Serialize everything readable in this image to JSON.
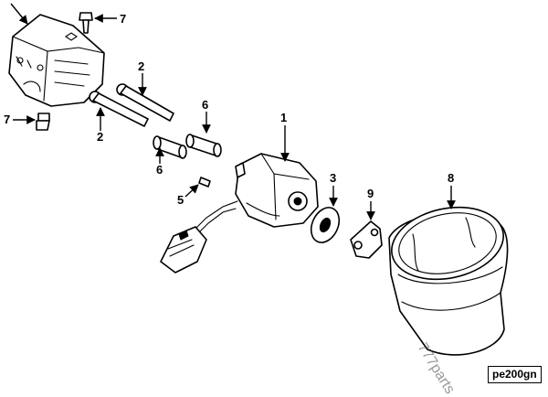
{
  "diagram": {
    "callouts": [
      {
        "id": "7",
        "label": "7"
      },
      {
        "id": "7b",
        "label": "7"
      },
      {
        "id": "2",
        "label": "2"
      },
      {
        "id": "2b",
        "label": "2"
      },
      {
        "id": "6",
        "label": "6"
      },
      {
        "id": "6b",
        "label": "6"
      },
      {
        "id": "1",
        "label": "1"
      },
      {
        "id": "5",
        "label": "5"
      },
      {
        "id": "3",
        "label": "3"
      },
      {
        "id": "9",
        "label": "9"
      },
      {
        "id": "8",
        "label": "8"
      }
    ],
    "figure_code": "pe200gn",
    "watermark": "777parts"
  }
}
